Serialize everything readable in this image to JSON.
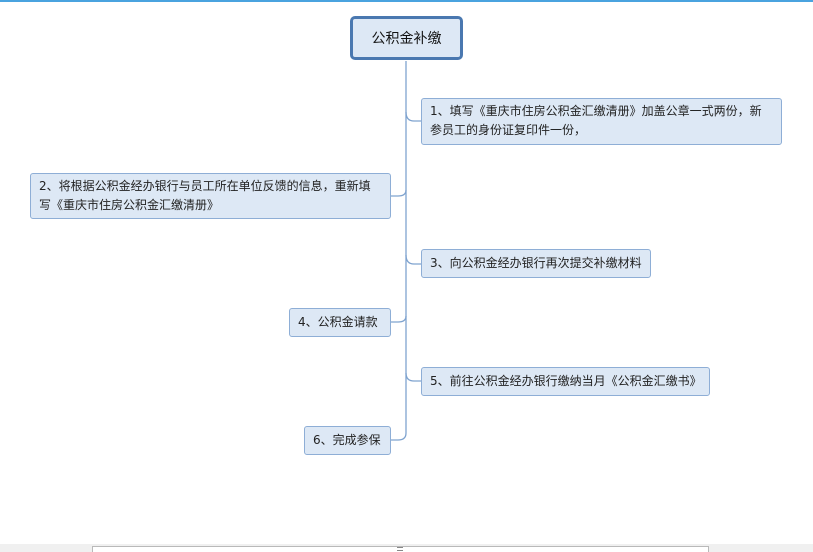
{
  "root": {
    "label": "公积金补缴"
  },
  "steps": [
    {
      "id": "s1",
      "text": "1、填写《重庆市住房公积金汇缴清册》加盖公章一式两份，新参员工的身份证复印件一份，"
    },
    {
      "id": "s2",
      "text": "2、将根据公积金经办银行与员工所在单位反馈的信息，重新填写《重庆市住房公积金汇缴清册》"
    },
    {
      "id": "s3",
      "text": "3、向公积金经办银行再次提交补缴材料"
    },
    {
      "id": "s4",
      "text": "4、公积金请款"
    },
    {
      "id": "s5",
      "text": "5、前往公积金经办银行缴纳当月《公积金汇缴书》"
    },
    {
      "id": "s6",
      "text": "6、完成参保"
    }
  ],
  "colors": {
    "node_fill": "#dde8f5",
    "node_border": "#8eaed6",
    "root_border": "#4a78b0",
    "connector": "#7fa3cf"
  }
}
